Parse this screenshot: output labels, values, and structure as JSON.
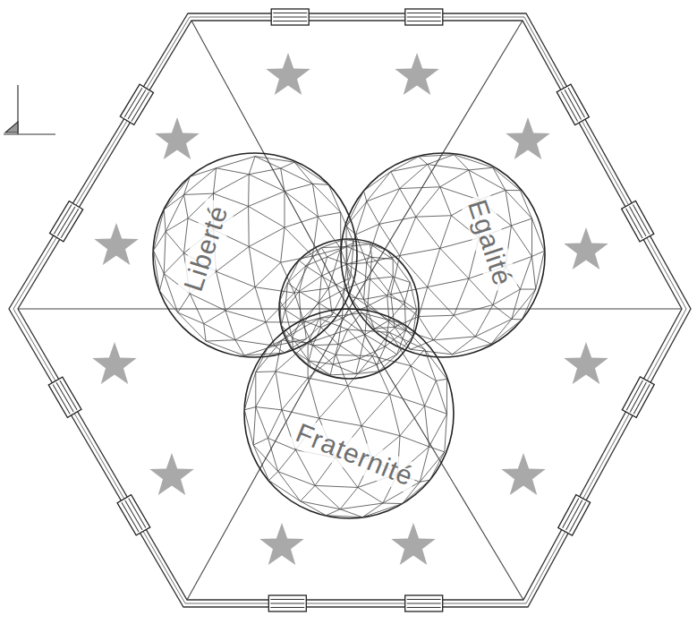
{
  "diagram": {
    "nodes": [
      {
        "text": [
          "Liberté"
        ]
      },
      {
        "text": [
          "Egalité"
        ]
      },
      {
        "text": [
          "Fraternité"
        ]
      }
    ]
  }
}
